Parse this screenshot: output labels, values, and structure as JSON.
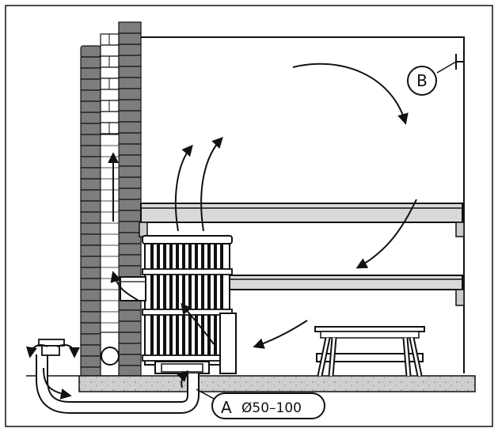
{
  "labels": {
    "a_letter": "A",
    "a_size": "Ø50–100",
    "b_letter": "B"
  },
  "colors": {
    "line": "#111111",
    "brick_dark": "#7d7d7d",
    "brick_light": "#ffffff",
    "bench": "#d9d9d9",
    "floor": "#c9c9c9"
  }
}
